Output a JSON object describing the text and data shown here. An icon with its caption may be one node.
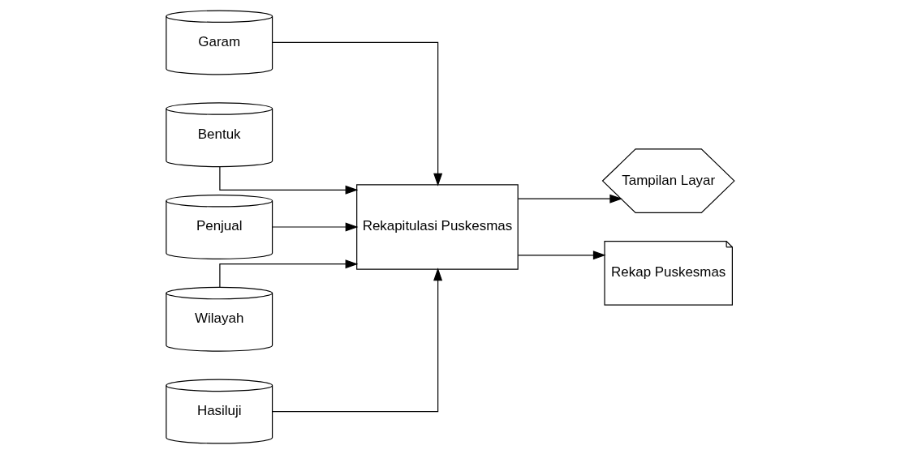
{
  "diagram": {
    "nodes": [
      {
        "text": [
          "Garam"
        ]
      },
      {
        "text": [
          "Bentuk"
        ]
      },
      {
        "text": [
          "Penjual"
        ]
      },
      {
        "text": [
          "Wilayah"
        ]
      },
      {
        "text": [
          "Rekapitulasi Puskesmas"
        ]
      },
      {
        "text": [
          "Hasiluji"
        ]
      },
      {
        "text": [
          "Tampilan Layar"
        ]
      },
      {
        "text": [
          "Rekap Puskesmas"
        ]
      }
    ],
    "edges": [
      {
        "from": 0,
        "to": 4,
        "arrow": "to"
      },
      {
        "from": 1,
        "to": 4,
        "arrow": "to"
      },
      {
        "from": 2,
        "to": 4,
        "arrow": "to"
      },
      {
        "from": 3,
        "to": 4,
        "arrow": "to"
      },
      {
        "from": 5,
        "to": 4,
        "arrow": "to"
      },
      {
        "from": 4,
        "to": 6,
        "arrow": "to"
      },
      {
        "from": 4,
        "to": 7,
        "arrow": "to"
      }
    ]
  }
}
